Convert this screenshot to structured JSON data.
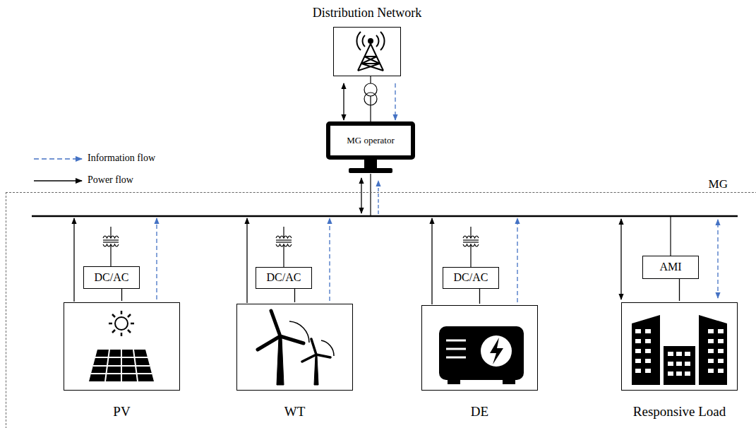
{
  "diagram": {
    "nodes": [
      {
        "text": [
          "Distribution Network"
        ]
      },
      {
        "text": [
          "MG operator"
        ]
      },
      {
        "text": [
          "MG"
        ]
      },
      {
        "text": [
          "DC/AC"
        ],
        "in": 2
      },
      {
        "text": [
          "PV"
        ],
        "in": 2
      },
      {
        "text": [
          "DC/AC"
        ],
        "in": 2
      },
      {
        "text": [
          "WT"
        ],
        "in": 2
      },
      {
        "text": [
          "DC/AC"
        ],
        "in": 2
      },
      {
        "text": [
          "DE"
        ],
        "in": 2
      },
      {
        "text": [
          "AMI"
        ],
        "in": 2
      },
      {
        "text": [
          "Responsive Load"
        ],
        "in": 2
      }
    ],
    "edges": [
      {
        "from": 0,
        "to": 1,
        "arrow": "both"
      },
      {
        "from": 0,
        "to": 1,
        "arrow": "to"
      },
      {
        "from": 3,
        "to": 4,
        "arrow": "none"
      },
      {
        "from": 5,
        "to": 6,
        "arrow": "none"
      },
      {
        "from": 7,
        "to": 8,
        "arrow": "none"
      },
      {
        "from": 9,
        "to": 10,
        "arrow": "none"
      }
    ],
    "legend": [
      {
        "text": "Information flow"
      },
      {
        "text": "Power flow"
      }
    ]
  }
}
